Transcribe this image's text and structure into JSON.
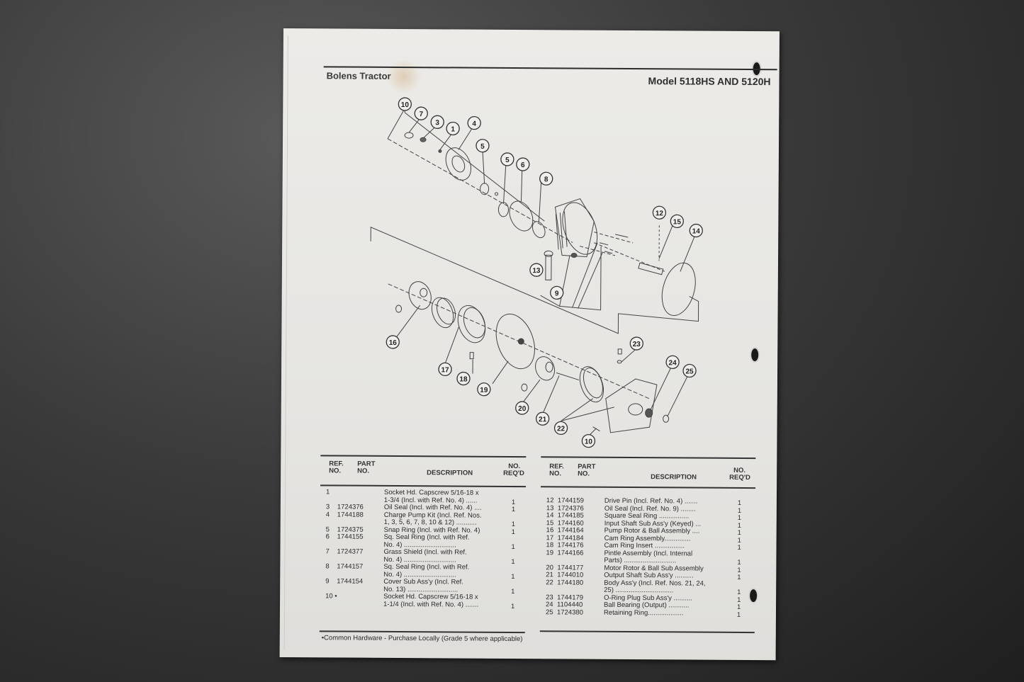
{
  "header": {
    "brand": "Bolens Tractor",
    "model": "Model 5118HS AND 5120H"
  },
  "diagram": {
    "callouts": [
      "10",
      "7",
      "3",
      "1",
      "4",
      "5",
      "5",
      "6",
      "8",
      "12",
      "15",
      "14",
      "13",
      "9",
      "16",
      "17",
      "18",
      "19",
      "20",
      "21",
      "22",
      "23",
      "24",
      "25",
      "10"
    ]
  },
  "table_left": {
    "headers": {
      "ref": "REF.\nNO.",
      "ref_line1": "REF.",
      "ref_line2": "NO.",
      "part_line1": "PART",
      "part_line2": "NO.",
      "description": "DESCRIPTION",
      "req_line1": "NO.",
      "req_line2": "REQ'D"
    },
    "rows": [
      {
        "ref": "1",
        "part": "",
        "desc": [
          "Socket Hd. Capscrew 5/16-18 x",
          "1-3/4 (Incl. with Ref. No. 4) ......"
        ],
        "qty": "1"
      },
      {
        "ref": "3",
        "part": "1724376",
        "desc": [
          "Oil Seal (Incl. with Ref. No. 4) ...."
        ],
        "qty": "1"
      },
      {
        "ref": "4",
        "part": "1744188",
        "desc": [
          "Charge Pump Kit (Incl. Ref. Nos.",
          "1, 3, 5, 6, 7, 8, 10 & 12) ..........."
        ],
        "qty": "1"
      },
      {
        "ref": "5",
        "part": "1724375",
        "desc": [
          "Snap Ring (Incl. with Ref. No. 4)"
        ],
        "qty": "1"
      },
      {
        "ref": "6",
        "part": "1744155",
        "desc": [
          "Sq. Seal Ring (Incl. with Ref.",
          "No. 4) ............................"
        ],
        "qty": "1"
      },
      {
        "ref": "7",
        "part": "1724377",
        "desc": [
          "Grass Shield (Incl. with Ref.",
          "No. 4) ............................"
        ],
        "qty": "1"
      },
      {
        "ref": "8",
        "part": "1744157",
        "desc": [
          "Sq. Seal Ring (Incl. with Ref.",
          "No. 4) ............................"
        ],
        "qty": "1"
      },
      {
        "ref": "9",
        "part": "1744154",
        "desc": [
          "Cover Sub Ass'y (Incl. Ref.",
          "No. 13) ..........................."
        ],
        "qty": "1"
      },
      {
        "ref": "10 •",
        "part": "",
        "desc": [
          "Socket Hd. Capscrew 5/16-18 x",
          "1-1/4 (Incl. with Ref. No. 4) ......."
        ],
        "qty": "1"
      }
    ]
  },
  "table_right": {
    "headers": {
      "ref_line1": "REF.",
      "ref_line2": "NO.",
      "part_line1": "PART",
      "part_line2": "NO.",
      "description": "DESCRIPTION",
      "req_line1": "NO.",
      "req_line2": "REQ'D"
    },
    "rows": [
      {
        "ref": "12",
        "part": "1744159",
        "desc": [
          "Drive Pin (Incl. Ref. No. 4) ......."
        ],
        "qty": "1"
      },
      {
        "ref": "13",
        "part": "1724376",
        "desc": [
          "Oil Seal (Incl. Ref. No. 9) ........"
        ],
        "qty": "1"
      },
      {
        "ref": "14",
        "part": "1744185",
        "desc": [
          "Square Seal Ring ................"
        ],
        "qty": "1"
      },
      {
        "ref": "15",
        "part": "1744160",
        "desc": [
          "Input Shaft Sub Ass'y (Keyed) ..."
        ],
        "qty": "1"
      },
      {
        "ref": "16",
        "part": "1744164",
        "desc": [
          "Pump Rotor & Ball Assembly ...."
        ],
        "qty": "1"
      },
      {
        "ref": "17",
        "part": "1744184",
        "desc": [
          "Cam Ring Assembly.............."
        ],
        "qty": "1"
      },
      {
        "ref": "18",
        "part": "1744176",
        "desc": [
          "Cam Ring Insert ................"
        ],
        "qty": "1"
      },
      {
        "ref": "19",
        "part": "1744166",
        "desc": [
          "Pintle Assembly (Incl. Internal",
          "Parts) ............................"
        ],
        "qty": "1"
      },
      {
        "ref": "20",
        "part": "1744177",
        "desc": [
          "Motor Rotor & Ball Sub Assembly"
        ],
        "qty": "1"
      },
      {
        "ref": "21",
        "part": "1744010",
        "desc": [
          "Output Shaft Sub Ass'y .........."
        ],
        "qty": "1"
      },
      {
        "ref": "22",
        "part": "1744180",
        "desc": [
          "Body Ass'y (Incl. Ref. Nos. 21, 24,",
          "25) ..............................."
        ],
        "qty": "1"
      },
      {
        "ref": "23",
        "part": "1744179",
        "desc": [
          "O-Ring Plug Sub Ass'y .........."
        ],
        "qty": "1"
      },
      {
        "ref": "24",
        "part": "1104440",
        "desc": [
          "Ball Bearing (Output) ..........."
        ],
        "qty": "1"
      },
      {
        "ref": "25",
        "part": "1724380",
        "desc": [
          "Retaining Ring..................."
        ],
        "qty": "1"
      }
    ]
  },
  "footnote": "•Common Hardware - Purchase Locally (Grade 5 where applicable)"
}
